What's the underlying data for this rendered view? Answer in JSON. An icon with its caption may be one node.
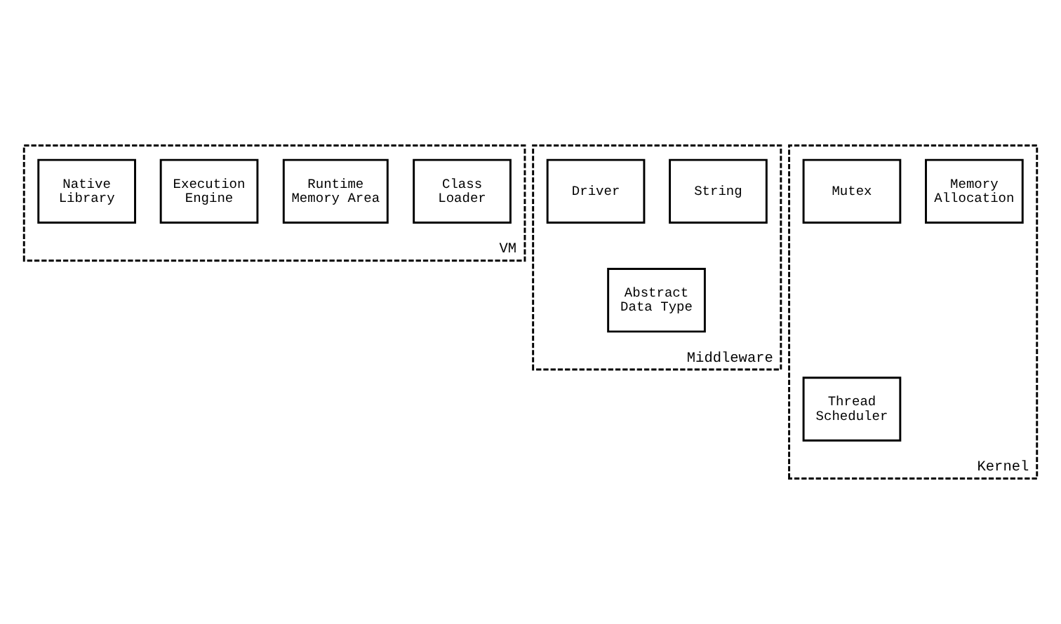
{
  "diagram": {
    "nodes": [
      {
        "text": [
          "VM"
        ]
      },
      {
        "text": [
          "Class Loader"
        ],
        "in": 0
      },
      {
        "text": [
          "Runtime Memory Area"
        ],
        "in": 0
      },
      {
        "text": [
          "Execution Engine"
        ],
        "in": 0
      },
      {
        "text": [
          "Native Library"
        ],
        "in": 0
      },
      {
        "text": [
          "Middleware"
        ]
      },
      {
        "text": [
          "Abstract Data Type"
        ],
        "in": 5
      },
      {
        "text": [
          "String"
        ],
        "in": 5
      },
      {
        "text": [
          "Driver"
        ],
        "in": 5
      },
      {
        "text": [
          "Kernel"
        ]
      },
      {
        "text": [
          "Thread Scheduler"
        ],
        "in": 9
      },
      {
        "text": [
          "Memory Allocation"
        ],
        "in": 9
      },
      {
        "text": [
          "Mutex"
        ],
        "in": 9
      }
    ],
    "edges": []
  }
}
